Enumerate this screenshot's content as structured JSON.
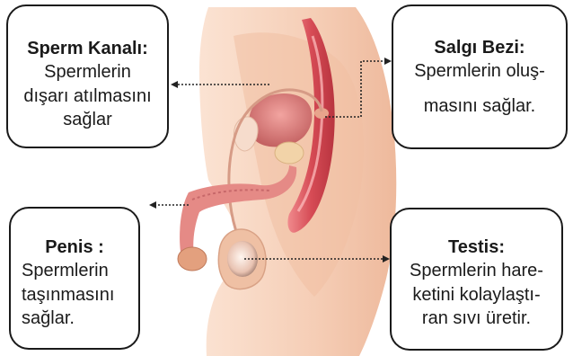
{
  "boxes": {
    "sperm_kanali": {
      "title": "Sperm Kanalı:",
      "lines": [
        "Spermlerin",
        "dışarı atılmasını",
        "sağlar"
      ]
    },
    "salgi_bezi": {
      "title": "Salgı Bezi:",
      "lines": [
        "Spermlerin oluş-",
        "masını sağlar."
      ]
    },
    "penis": {
      "title": "Penis :",
      "lines": [
        "Spermlerin",
        "taşınmasını",
        "sağlar."
      ]
    },
    "testis": {
      "title": "Testis:",
      "lines": [
        "Spermlerin hare-",
        "ketini kolaylaştı-",
        "ran sıvı üretir."
      ]
    }
  },
  "colors": {
    "skin": "#f3c9b0",
    "skin_dark": "#e8a98a",
    "rectum": "#d9585f",
    "organ_pink": "#d9777a",
    "connector": "#222222"
  }
}
